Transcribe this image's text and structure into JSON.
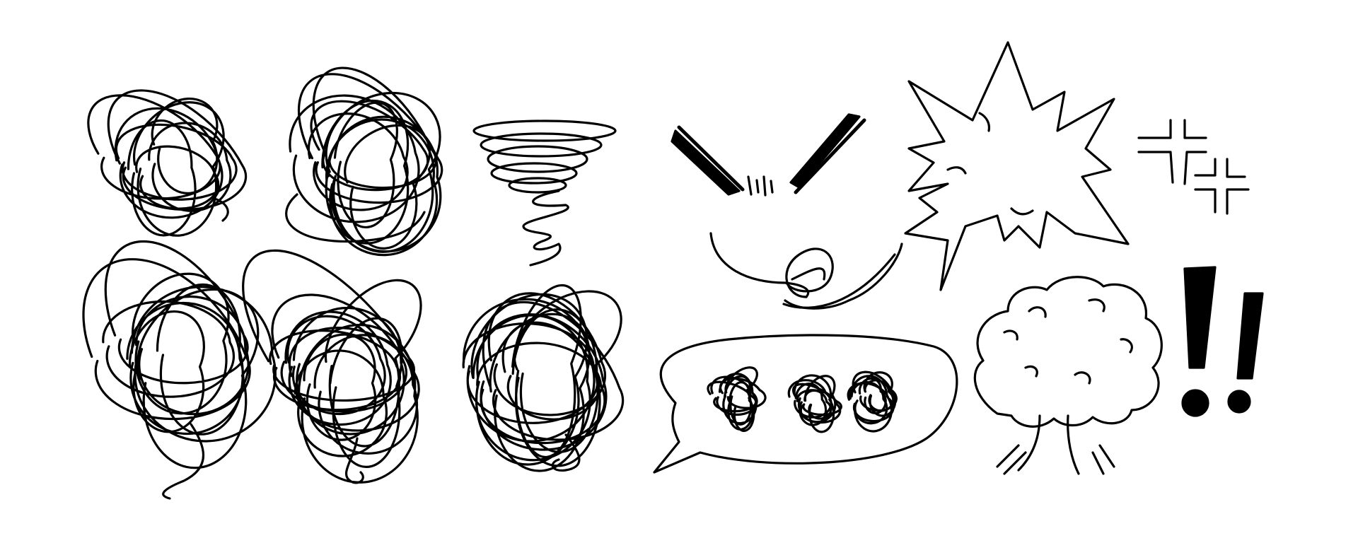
{
  "background": "#ffffff",
  "ink": "#000000",
  "doodles": [
    {
      "name": "scribble-ball-icon",
      "kind": "scribble"
    },
    {
      "name": "scribble-ball-dense-icon",
      "kind": "scribble"
    },
    {
      "name": "tornado-scribble-icon",
      "kind": "tornado"
    },
    {
      "name": "scribble-tangle-tail-icon",
      "kind": "scribble"
    },
    {
      "name": "scribble-tangle-knot-icon",
      "kind": "scribble"
    },
    {
      "name": "scribble-tangle-cloud-icon",
      "kind": "scribble"
    },
    {
      "name": "angry-eyebrows-icon",
      "kind": "eyebrows"
    },
    {
      "name": "grumble-mouth-icon",
      "kind": "mouth"
    },
    {
      "name": "explosion-burst-icon",
      "kind": "burst"
    },
    {
      "name": "anger-vein-marks-icon",
      "kind": "vein"
    },
    {
      "name": "speech-bubble-scribbles-icon",
      "kind": "bubble"
    },
    {
      "name": "mushroom-cloud-icon",
      "kind": "cloud"
    },
    {
      "name": "double-exclamation-icon",
      "kind": "exclamation"
    }
  ]
}
